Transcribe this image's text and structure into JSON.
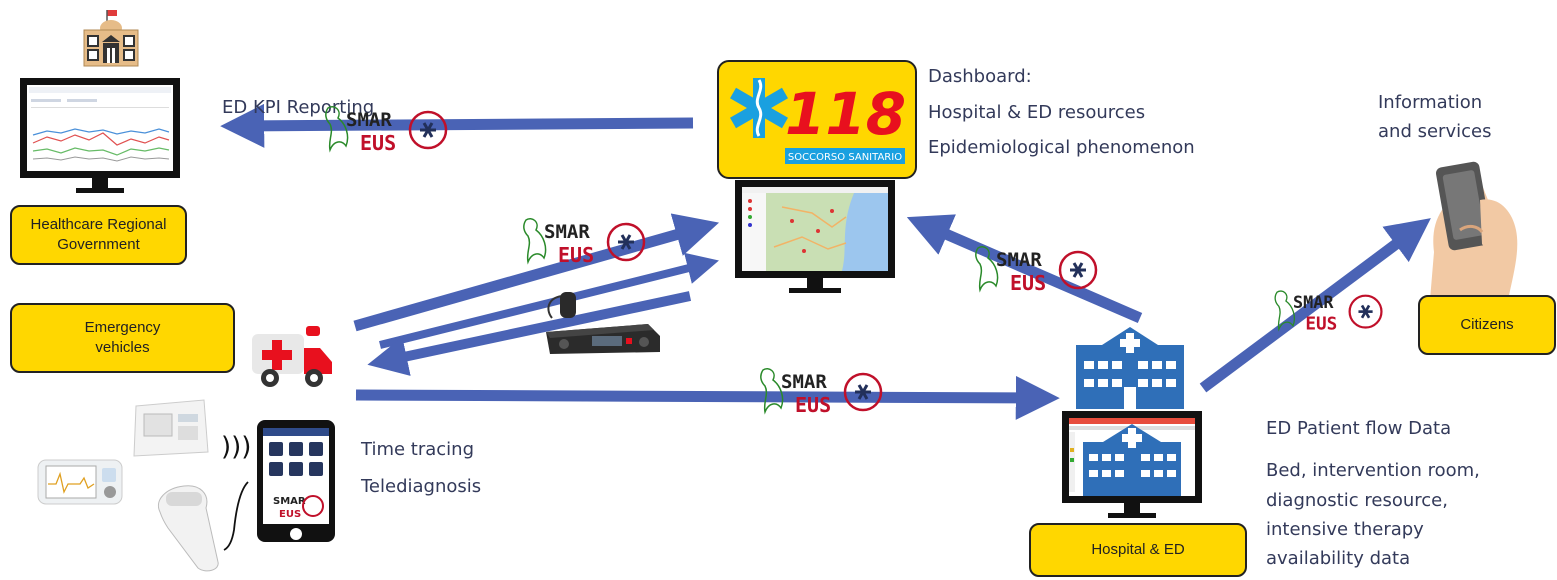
{
  "labels": {
    "ed_kpi": "ED KPI Reporting",
    "dashboard_title": "Dashboard:",
    "dashboard_line1": "Hospital & ED resources",
    "dashboard_line2": "Epidemiological phenomenon",
    "info_line1": "Information",
    "info_line2": "and services",
    "time_tracing": "Time tracing",
    "telediagnosis": "Telediagnosis",
    "ed_flow": "ED Patient flow Data",
    "ed_detail_1": "Bed, intervention room,",
    "ed_detail_2": "diagnostic resource,",
    "ed_detail_3": "intensive therapy",
    "ed_detail_4": "availability data"
  },
  "boxes": {
    "regional_1": "Healthcare Regional",
    "regional_2": "Government",
    "emergency_1": "Emergency",
    "emergency_2": "vehicles",
    "citizens": "Citizens",
    "hospital": "Hospital & ED"
  },
  "logo": {
    "smart": "SMAR",
    "eus": "EUS",
    "code_118": "118",
    "soccorso": "SOCCORSO SANITARIO"
  },
  "colors": {
    "arrow": "#4a63b5",
    "box_fill": "#ffd700",
    "logo_red": "#e8101e",
    "logo_blue": "#1aa0e0",
    "hospital_blue": "#2f6fb8"
  }
}
